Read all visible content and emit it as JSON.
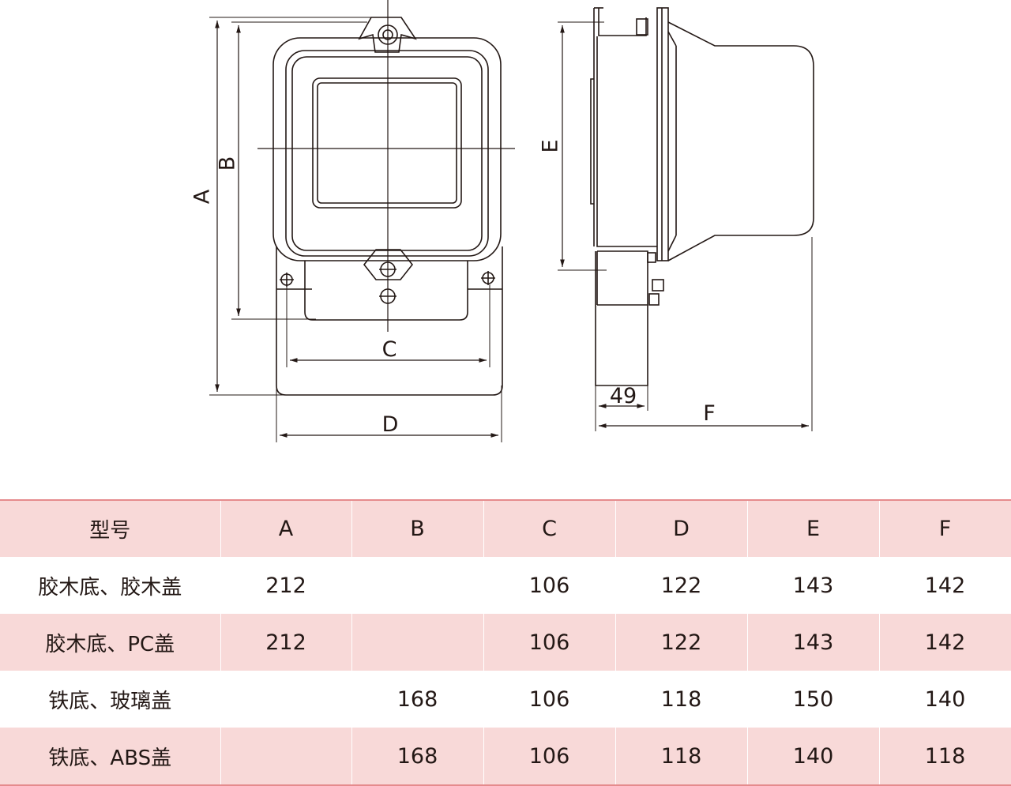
{
  "labels": {
    "A": "A",
    "B": "B",
    "C": "C",
    "D": "D",
    "E": "E",
    "F": "F",
    "fixed": "49"
  },
  "table": {
    "headers": [
      "型号",
      "A",
      "B",
      "C",
      "D",
      "E",
      "F"
    ],
    "rows": [
      [
        "胶木底、胶木盖",
        "212",
        "",
        "106",
        "122",
        "143",
        "142"
      ],
      [
        "胶木底、PC盖",
        "212",
        "",
        "106",
        "122",
        "143",
        "142"
      ],
      [
        "铁底、玻璃盖",
        "",
        "168",
        "106",
        "118",
        "150",
        "140"
      ],
      [
        "铁底、ABS盖",
        "",
        "168",
        "106",
        "118",
        "140",
        "118"
      ]
    ]
  },
  "colors": {
    "shade": "#f8d9d8",
    "rule": "#e58b8d",
    "line": "#231815"
  }
}
